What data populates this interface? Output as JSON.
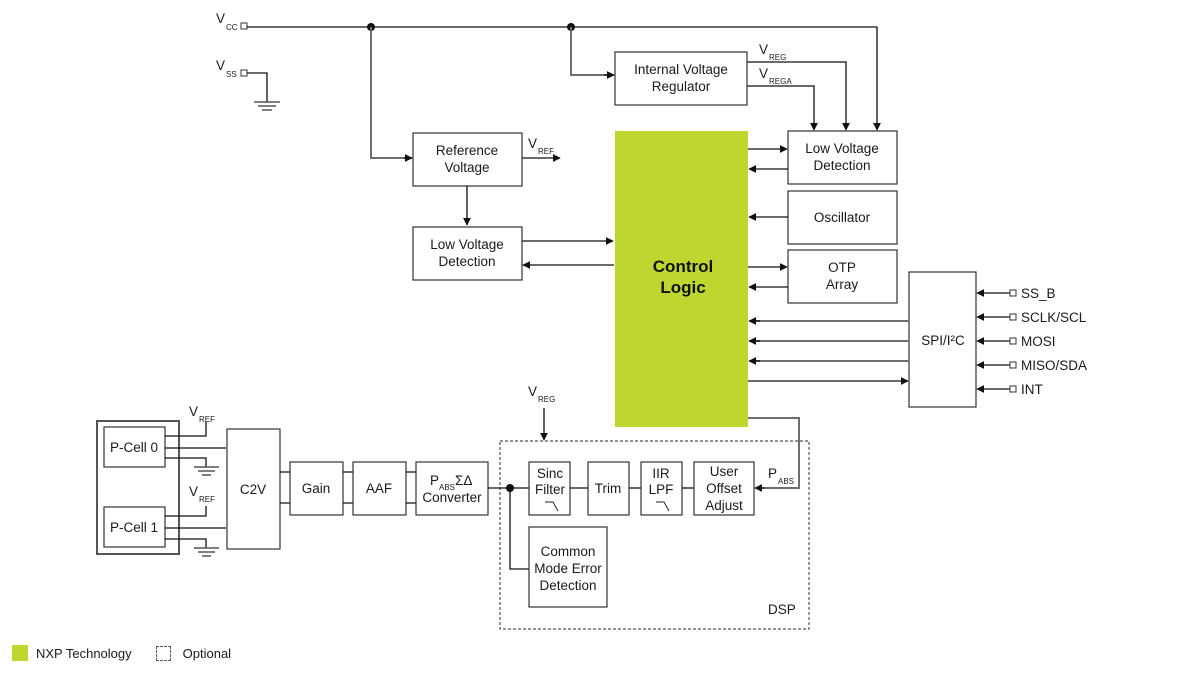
{
  "colors": {
    "nxp_green": "#bed62f",
    "line_dark": "#111111",
    "line_grey": "#6e6e6e",
    "box_border": "#333333"
  },
  "pins": {
    "vcc": {
      "main": "V",
      "sub": "CC"
    },
    "vss": {
      "main": "V",
      "sub": "SS"
    }
  },
  "signals": {
    "vreg": {
      "main": "V",
      "sub": "REG"
    },
    "vrega": {
      "main": "V",
      "sub": "REGA"
    },
    "vref": {
      "main": "V",
      "sub": "REF"
    },
    "vref_cell0": {
      "main": "V",
      "sub": "REF"
    },
    "vref_cell1": {
      "main": "V",
      "sub": "REF"
    },
    "vreg_dsp": {
      "main": "V",
      "sub": "REG"
    },
    "pabs": {
      "main": "P",
      "sub": "ABS"
    }
  },
  "blocks": {
    "internal_voltage_regulator": [
      "Internal Voltage",
      "Regulator"
    ],
    "reference_voltage": [
      "Reference",
      "Voltage"
    ],
    "low_voltage_detection_left": [
      "Low Voltage",
      "Detection"
    ],
    "low_voltage_detection_right": [
      "Low Voltage",
      "Detection"
    ],
    "oscillator": [
      "Oscillator"
    ],
    "otp_array": [
      "OTP",
      "Array"
    ],
    "control_logic": [
      "Control",
      "Logic"
    ],
    "spi_i2c": "SPI/I²C",
    "p_cell_0": "P-Cell 0",
    "p_cell_1": "P-Cell 1",
    "c2v": "C2V",
    "gain": "Gain",
    "aaf": "AAF",
    "converter": {
      "p": "P",
      "sub": "ABS",
      "sigma_delta": "ΣΔ",
      "line2": "Converter"
    },
    "sinc_filter": [
      "Sinc",
      "Filter"
    ],
    "trim": "Trim",
    "iir_lpf": [
      "IIR",
      "LPF"
    ],
    "user_offset_adjust": [
      "User",
      "Offset",
      "Adjust"
    ],
    "common_mode_error_detection": [
      "Common",
      "Mode Error",
      "Detection"
    ],
    "dsp_label": "DSP"
  },
  "spi_pins": [
    "SS_B",
    "SCLK/SCL",
    "MOSI",
    "MISO/SDA",
    "INT"
  ],
  "legend": {
    "nxp_technology": "NXP Technology",
    "optional": "Optional"
  }
}
